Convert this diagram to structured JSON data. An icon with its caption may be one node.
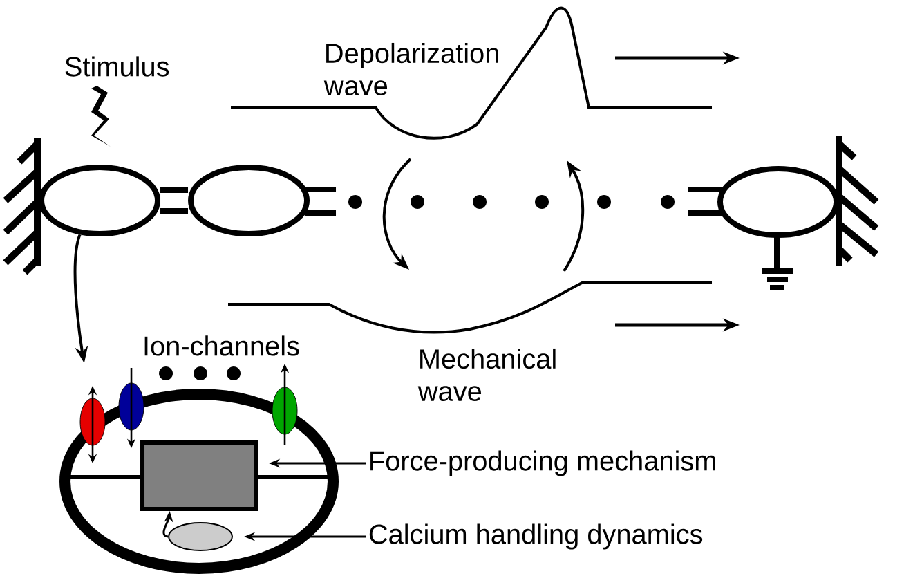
{
  "diagram": {
    "nodes": [
      {
        "text": [],
        "shape": "circle"
      },
      {
        "text": [],
        "shape": "circle"
      },
      {
        "text": [],
        "shape": "circle"
      },
      {
        "text": [],
        "shape": "circle"
      },
      {
        "text": [],
        "shape": "box",
        "in": 3
      },
      {
        "text": [],
        "shape": "circle",
        "in": 3
      },
      {
        "text": [
          "Force-producing mechanism"
        ]
      },
      {
        "text": [
          "Calcium handling dynamics"
        ]
      }
    ],
    "edges": [
      {
        "from": 0,
        "to": 1,
        "arrow": "none",
        "style": "thick"
      },
      {
        "from": 0,
        "to": 3,
        "arrow": "to"
      },
      {
        "from": 5,
        "to": 4,
        "arrow": "to"
      },
      {
        "from": 6,
        "to": 4,
        "arrow": "to"
      },
      {
        "from": 7,
        "to": 5,
        "arrow": "to"
      }
    ],
    "labels": [
      "Stimulus",
      "Depolarization wave",
      "Mechanical wave",
      "Ion-channels"
    ]
  }
}
